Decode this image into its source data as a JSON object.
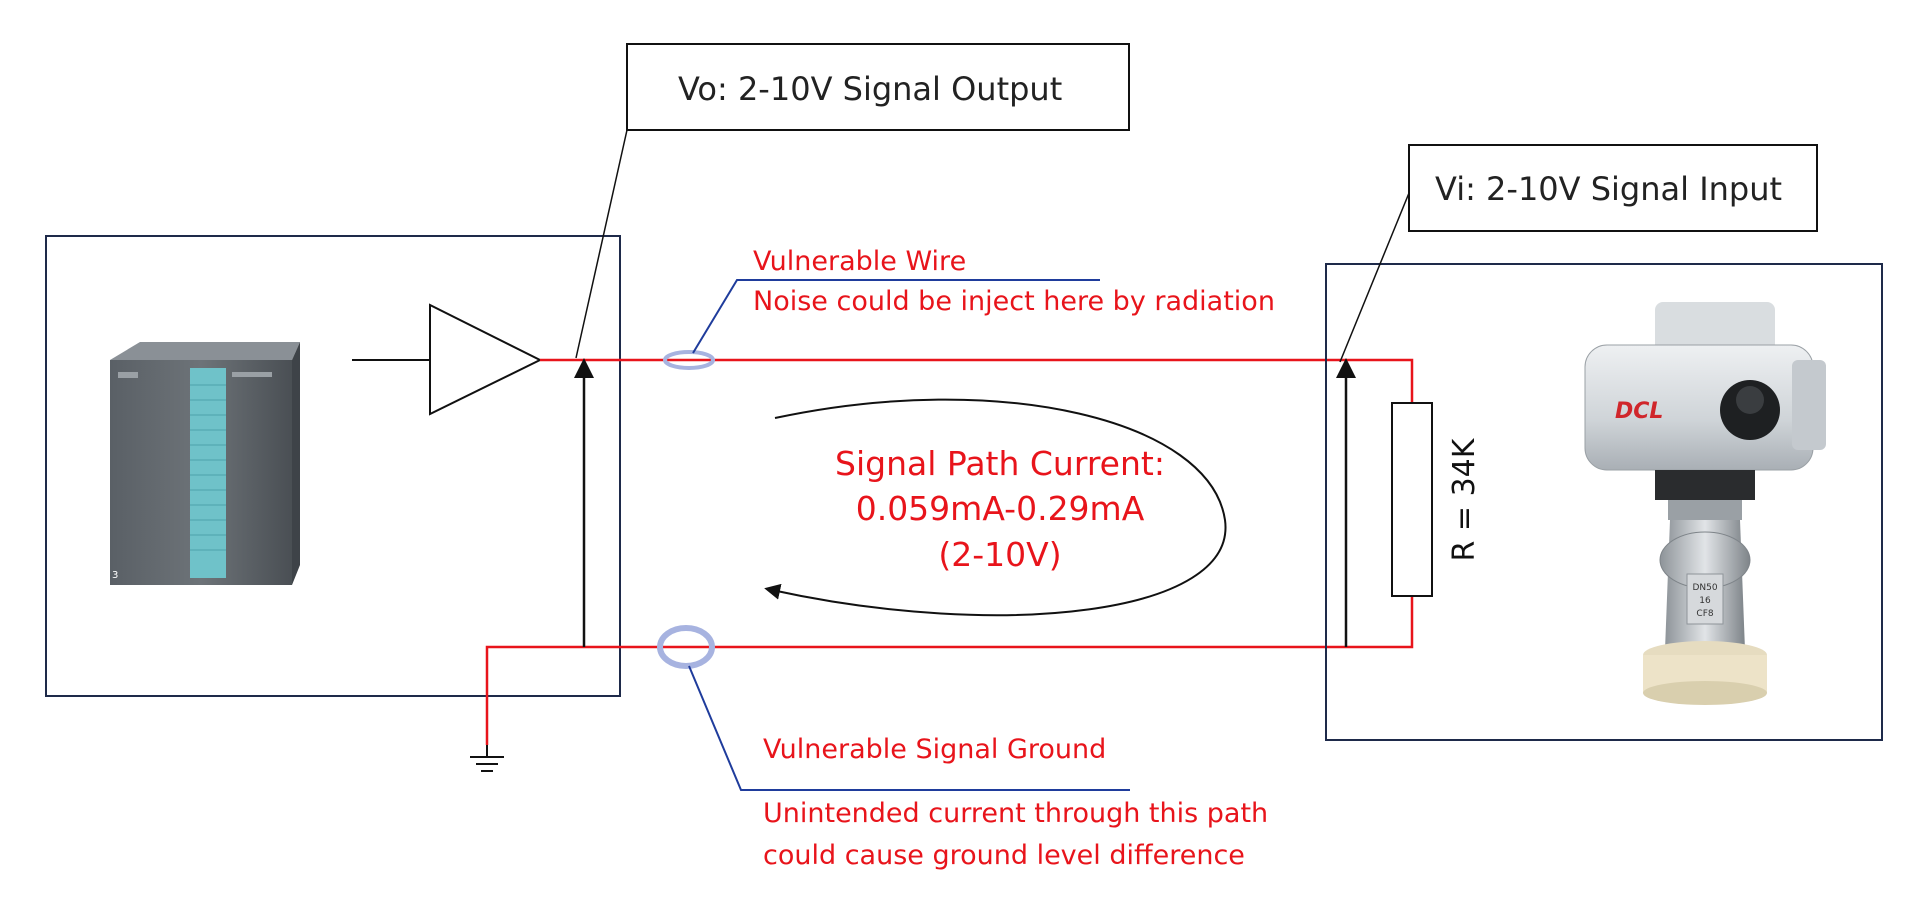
{
  "callouts": {
    "output": "Vo: 2-10V Signal Output",
    "input": "Vi:  2-10V Signal Input"
  },
  "notes": {
    "wire_title": "Vulnerable Wire",
    "wire_desc": "Noise could be inject here by radiation",
    "ground_title": "Vulnerable Signal Ground",
    "ground_desc_1": "Unintended current through this path",
    "ground_desc_2": "could cause ground level difference"
  },
  "current": {
    "line1": "Signal Path Current:",
    "line2": "0.059mA-0.29mA",
    "line3": "(2-10V)"
  },
  "resistor": {
    "label": "R = 34K"
  },
  "device_labels": {
    "actuator_brand": "DCL",
    "valve_plate_1": "DN50",
    "valve_plate_2": "16",
    "valve_plate_3": "CF8",
    "plc_slot": "3"
  },
  "colors": {
    "signal_wire": "#e8141b",
    "black_wire": "#111111",
    "leader_line": "#1f3c9c",
    "ferrite_ring": "#a7b3e0",
    "box_border": "#1e2a4a"
  },
  "icons": [
    "plc-module-icon",
    "amplifier-icon",
    "ground-symbol-icon",
    "resistor-icon",
    "actuator-valve-icon",
    "ferrite-ring-icon"
  ]
}
